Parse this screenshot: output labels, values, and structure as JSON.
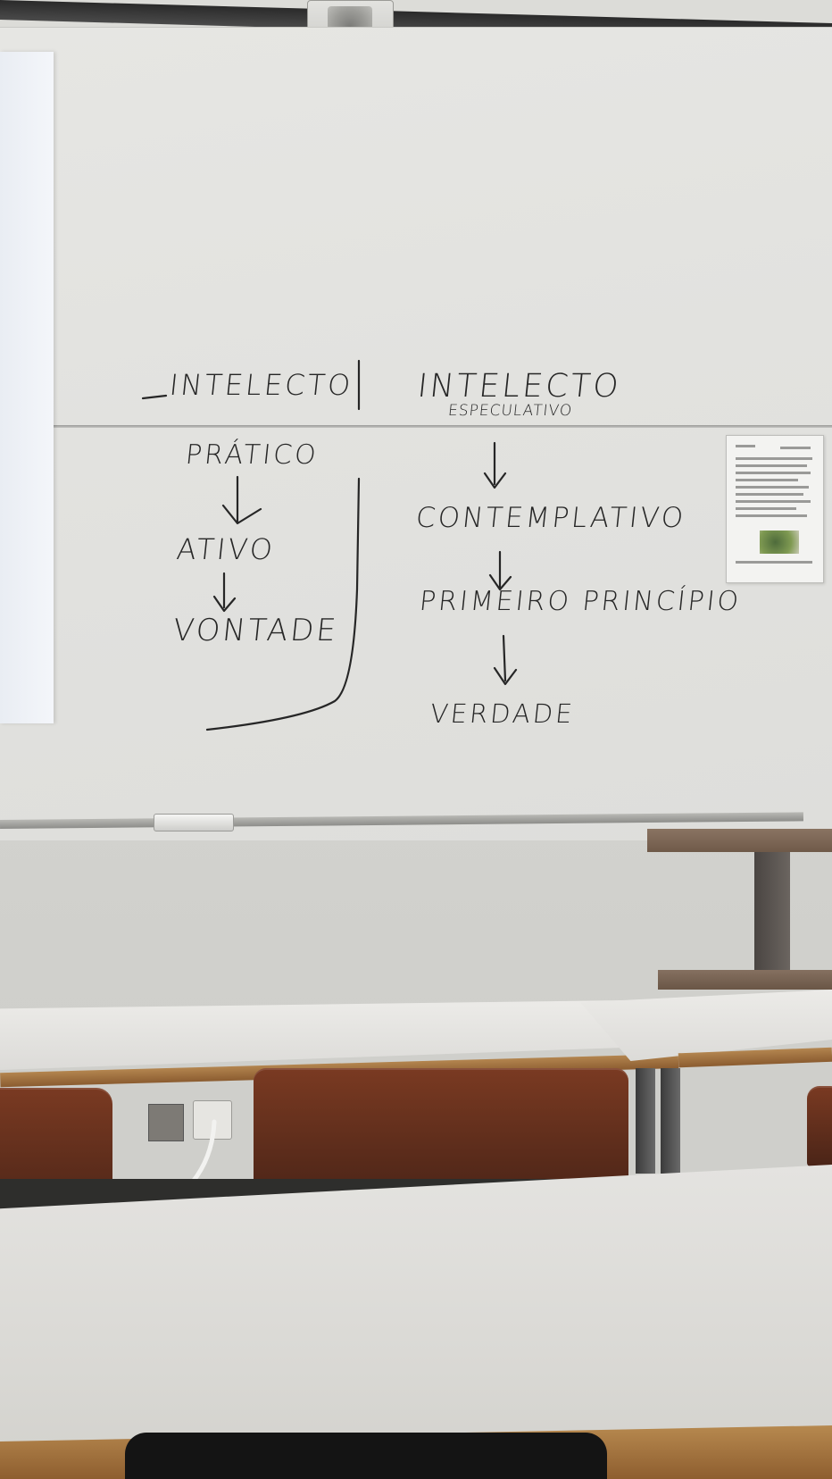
{
  "scene": {
    "description": "",
    "whiteboard": {
      "left_column": {
        "heading": "INTELECTO",
        "items": [
          "PRÁTICO",
          "ATIVO",
          "VONTADE"
        ]
      },
      "right_column": {
        "heading": "INTELECTO",
        "subheading": "ESPECULATIVO",
        "items": [
          "CONTEMPLATIVO",
          "PRIMEIRO PRINCÍPIO",
          "VERDADE"
        ]
      }
    },
    "colors": {
      "marker": "#262626",
      "whiteboard": "#e3e3e0",
      "desk_edge": "#a06f3e",
      "chair": "#6a3320"
    }
  }
}
